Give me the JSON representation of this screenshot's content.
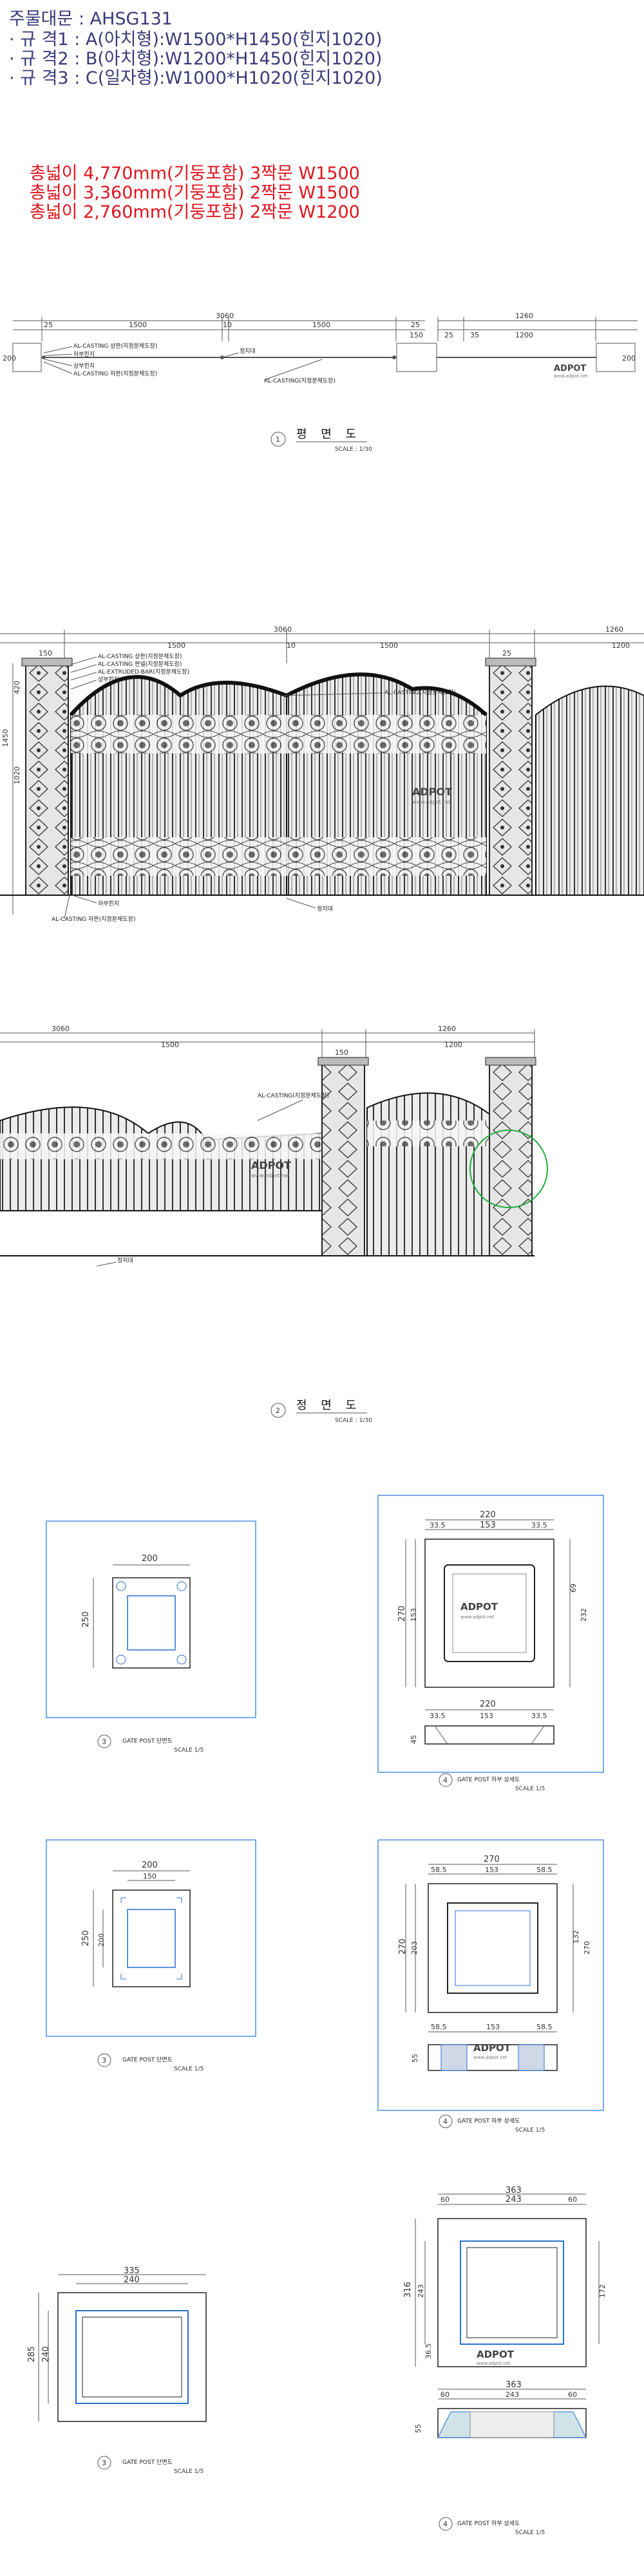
{
  "header": {
    "title": "주물대문 : AHSG131",
    "specs": [
      "· 규 격1 : A(아치형):W1500*H1450(힌지1020)",
      "· 규 격2 : B(아치형):W1200*H1450(힌지1020)",
      "· 규 격3 : C(일자형):W1000*H1020(힌지1020)"
    ],
    "totals": [
      "총넓이 4,770mm(기둥포함) 3짝문 W1500",
      "총넓이 3,360mm(기둥포함) 2짝문 W1500",
      "총넓이 2,760mm(기둥포함) 2짝문 W1200"
    ]
  },
  "colors": {
    "spec_text": "#3a3a7a",
    "total_text": "#e0141e",
    "outline_blue": "#2a6fd6",
    "frame_blue": "#4a8fe0"
  },
  "watermark": {
    "brand": "ADPOT",
    "url": "www.adpot.net"
  },
  "plan": {
    "title": "평 면 도",
    "scale": "SCALE : 1/30",
    "section_no": "1",
    "dims": {
      "total": "3060",
      "left": "1500",
      "center": "10",
      "right": "1500",
      "end": "25",
      "post": "150",
      "right_total": "1260",
      "right_leaf": "1200",
      "right_a": "25",
      "right_b": "35",
      "left_a": "25"
    },
    "post_labels": [
      "200",
      "200"
    ],
    "labels": [
      "AL-CASTING 상판(지정분체도장)",
      "하부힌지",
      "상부힌지",
      "AL-CASTING 하판(지정분체도장)",
      "정지대",
      "AL-CASTING(지정분체도장)"
    ]
  },
  "elevation": {
    "title": "정 면 도",
    "scale": "SCALE : 1/30",
    "section_no": "2",
    "dims": {
      "total": "3060",
      "left": "1500",
      "right": "1500",
      "post": "150",
      "height": "1450",
      "hinge": "1020",
      "top": "420",
      "right_total": "1260",
      "end": "25",
      "right_leaf": "1200",
      "mid": "10"
    },
    "labels": [
      "AL-CASTING 상판(지정분체도장)",
      "AL-CASTING 판넬(지정분체도장)",
      "AL-EXTRUDED-BAR(지정분체도장)",
      "상부힌지",
      "AL-CASTING(지정분체도장)",
      "하부힌지",
      "정지대",
      "AL-CASTING 하판(지정분체도장)"
    ]
  },
  "details": [
    {
      "no": "3",
      "caption": "GATE POST 단면도",
      "scale": "SCALE 1/5",
      "dims": [
        "200",
        "250"
      ]
    },
    {
      "no": "4",
      "caption": "GATE POST 하부 상세도",
      "scale": "SCALE 1/5",
      "dims": [
        "220",
        "153",
        "33.5",
        "33.5",
        "270",
        "153",
        "69",
        "232",
        "220",
        "153",
        "33.5",
        "33.5",
        "45"
      ]
    },
    {
      "no": "3",
      "caption": "GATE POST 단면도",
      "scale": "SCALE 1/5",
      "dims": [
        "200",
        "150",
        "250",
        "200"
      ]
    },
    {
      "no": "4",
      "caption": "GATE POST 하부 상세도",
      "scale": "SCALE 1/5",
      "dims": [
        "270",
        "58.5",
        "153",
        "58.5",
        "270",
        "203",
        "132",
        "270",
        "153",
        "58.5",
        "58.5",
        "55"
      ]
    },
    {
      "no": "3",
      "caption": "GATE POST 단면도",
      "scale": "SCALE 1/5",
      "dims": [
        "335",
        "240",
        "285",
        "240"
      ]
    },
    {
      "no": "4",
      "caption": "GATE POST 하부 상세도",
      "scale": "SCALE 1/5",
      "dims": [
        "363",
        "60",
        "243",
        "60",
        "316",
        "243",
        "36.5",
        "172",
        "363",
        "60",
        "243",
        "60",
        "55"
      ]
    }
  ]
}
